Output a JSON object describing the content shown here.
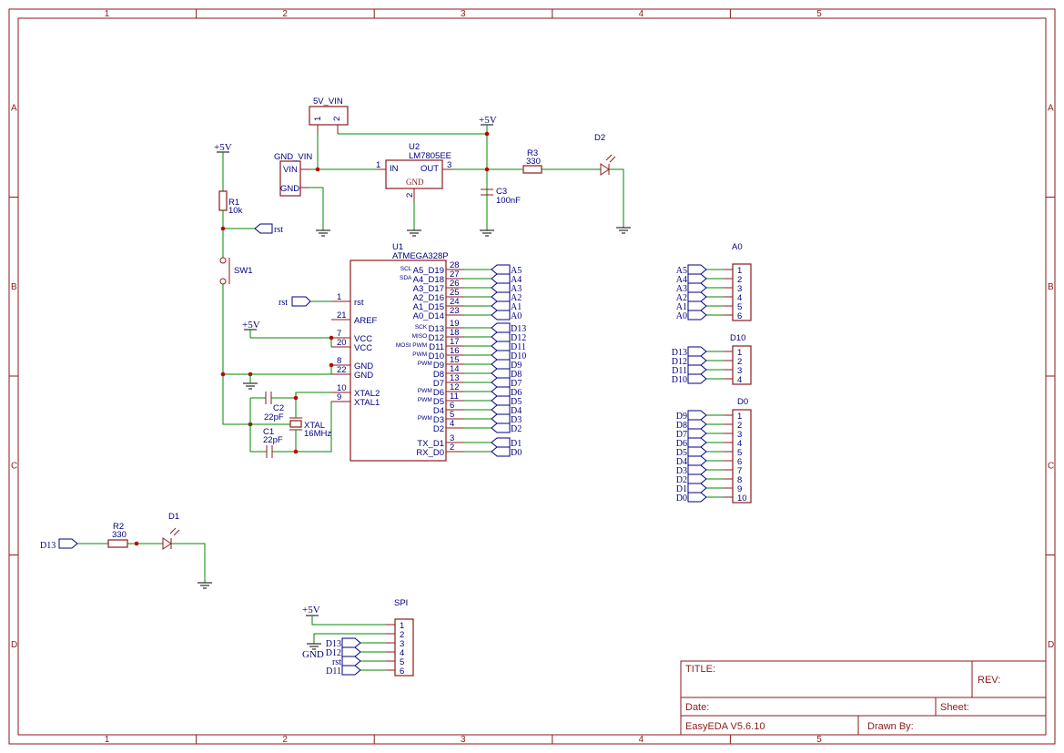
{
  "frame": {
    "columns": [
      "1",
      "2",
      "3",
      "4",
      "5"
    ],
    "rows": [
      "A",
      "B",
      "C",
      "D"
    ]
  },
  "title_block": {
    "title_label": "TITLE:",
    "rev_label": "REV:",
    "date_label": "Date:",
    "sheet_label": "Sheet:",
    "software": "EasyEDA V5.6.10",
    "drawn_by_label": "Drawn By:"
  },
  "power": {
    "plus5v": "+5V",
    "gnd": "GND"
  },
  "components": {
    "vin_header": {
      "ref": "5V_VIN",
      "pin1": "1",
      "pin2": "2"
    },
    "gnd_vin_header": {
      "ref": "GND_VIN",
      "vin": "VIN",
      "gnd": "GND"
    },
    "u2": {
      "ref": "U2",
      "value": "LM7805EE",
      "in": "IN",
      "out": "OUT",
      "gnd": "GND",
      "pin_in": "1",
      "pin_out": "3",
      "pin_gnd": "2"
    },
    "c3": {
      "ref": "C3",
      "value": "100nF"
    },
    "r3": {
      "ref": "R3",
      "value": "330"
    },
    "d2": {
      "ref": "D2"
    },
    "r1": {
      "ref": "R1",
      "value": "10k"
    },
    "sw1": {
      "ref": "SW1"
    },
    "c2": {
      "ref": "C2",
      "value": "22pF"
    },
    "c1": {
      "ref": "C1",
      "value": "22pF"
    },
    "xtal": {
      "ref": "XTAL",
      "value": "16MHz"
    },
    "r2": {
      "ref": "R2",
      "value": "330"
    },
    "d1": {
      "ref": "D1"
    },
    "u1": {
      "ref": "U1",
      "value": "ATMEGA328P"
    },
    "a0_header": {
      "ref": "A0"
    },
    "d10_header": {
      "ref": "D10"
    },
    "d0_header": {
      "ref": "D0"
    },
    "spi_header": {
      "ref": "SPI"
    }
  },
  "u1_left_pins": [
    {
      "num": "1",
      "name": "rst"
    },
    {
      "num": "21",
      "name": "AREF"
    },
    {
      "num": "7",
      "name": "VCC"
    },
    {
      "num": "20",
      "name": "VCC"
    },
    {
      "num": "8",
      "name": "GND"
    },
    {
      "num": "22",
      "name": "GND"
    },
    {
      "num": "10",
      "name": "XTAL2"
    },
    {
      "num": "9",
      "name": "XTAL1"
    }
  ],
  "u1_right_pins": [
    {
      "num": "28",
      "name": "A5_D19",
      "alt": "SCL",
      "net": "A5"
    },
    {
      "num": "27",
      "name": "A4_D18",
      "alt": "SDA",
      "net": "A4"
    },
    {
      "num": "26",
      "name": "A3_D17",
      "alt": "",
      "net": "A3"
    },
    {
      "num": "25",
      "name": "A2_D16",
      "alt": "",
      "net": "A2"
    },
    {
      "num": "24",
      "name": "A1_D15",
      "alt": "",
      "net": "A1"
    },
    {
      "num": "23",
      "name": "A0_D14",
      "alt": "",
      "net": "A0"
    },
    {
      "num": "19",
      "name": "D13",
      "alt": "SCK",
      "net": "D13"
    },
    {
      "num": "18",
      "name": "D12",
      "alt": "MISO",
      "net": "D12"
    },
    {
      "num": "17",
      "name": "D11",
      "alt": "MOSI PWM",
      "net": "D11"
    },
    {
      "num": "16",
      "name": "D10",
      "alt": "PWM",
      "net": "D10"
    },
    {
      "num": "15",
      "name": "D9",
      "alt": "PWM",
      "net": "D9"
    },
    {
      "num": "14",
      "name": "D8",
      "alt": "",
      "net": "D8"
    },
    {
      "num": "13",
      "name": "D7",
      "alt": "",
      "net": "D7"
    },
    {
      "num": "12",
      "name": "D6",
      "alt": "PWM",
      "net": "D6"
    },
    {
      "num": "11",
      "name": "D5",
      "alt": "PWM",
      "net": "D5"
    },
    {
      "num": "6",
      "name": "D4",
      "alt": "",
      "net": "D4"
    },
    {
      "num": "5",
      "name": "D3",
      "alt": "PWM",
      "net": "D3"
    },
    {
      "num": "4",
      "name": "D2",
      "alt": "",
      "net": "D2"
    },
    {
      "num": "3",
      "name": "TX_D1",
      "alt": "",
      "net": "D1"
    },
    {
      "num": "2",
      "name": "RX_D0",
      "alt": "",
      "net": "D0"
    }
  ],
  "headers": {
    "a0": {
      "nets": [
        "A5",
        "A4",
        "A3",
        "A2",
        "A1",
        "A0"
      ],
      "pins": [
        "1",
        "2",
        "3",
        "4",
        "5",
        "6"
      ]
    },
    "d10": {
      "nets": [
        "D13",
        "D12",
        "D11",
        "D10"
      ],
      "pins": [
        "1",
        "2",
        "3",
        "4"
      ]
    },
    "d0": {
      "nets": [
        "D9",
        "D8",
        "D7",
        "D6",
        "D5",
        "D4",
        "D3",
        "D2",
        "D1",
        "D0"
      ],
      "pins": [
        "1",
        "2",
        "3",
        "4",
        "5",
        "6",
        "7",
        "8",
        "9",
        "10"
      ]
    },
    "spi": {
      "nets": [
        "D13",
        "D12",
        "rst",
        "D11"
      ],
      "pins": [
        "1",
        "2",
        "3",
        "4",
        "5",
        "6"
      ]
    }
  },
  "netlabels": {
    "rst": "rst",
    "d13": "D13"
  }
}
